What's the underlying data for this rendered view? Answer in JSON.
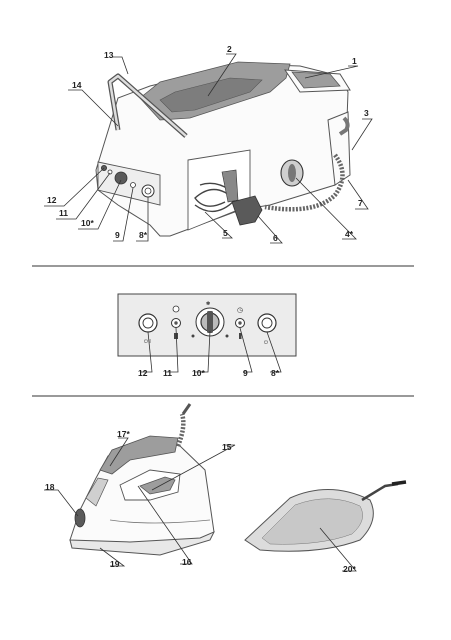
{
  "station_labels": {
    "n1": "1",
    "n2": "2",
    "n3": "3",
    "n4": "4*",
    "n5": "5",
    "n6": "6",
    "n7": "7",
    "n8": "8*",
    "n9": "9",
    "n10": "10*",
    "n11": "11",
    "n12": "12",
    "n13": "13",
    "n14": "14"
  },
  "panel_labels": {
    "n12": "12",
    "n11": "11",
    "n10": "10*",
    "n9": "9",
    "n8": "8*"
  },
  "iron_labels": {
    "n15": "15",
    "n16": "16",
    "n17": "17*",
    "n18": "18",
    "n19": "19",
    "n20": "20*"
  },
  "colors": {
    "line": "#333333",
    "body": "#fbfbfb",
    "accent_grey": "#9d9d9d",
    "dark_grey": "#5a5a5a"
  }
}
